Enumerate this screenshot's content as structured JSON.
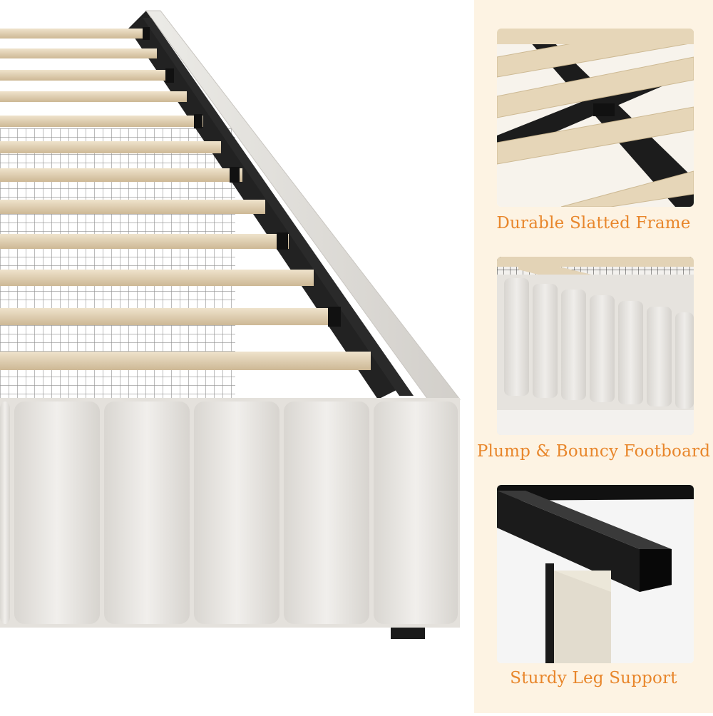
{
  "features": [
    {
      "caption": "Durable Slatted Frame"
    },
    {
      "caption": "Plump & Bouncy Footboard"
    },
    {
      "caption": "Sturdy Leg Support"
    }
  ],
  "colors": {
    "panel_background": "#fdf3e3",
    "caption": "#e8862b",
    "upholstery": "#e9e6e2",
    "slat_wood": "#e3d3b6",
    "frame_metal": "#1a1a1a"
  }
}
